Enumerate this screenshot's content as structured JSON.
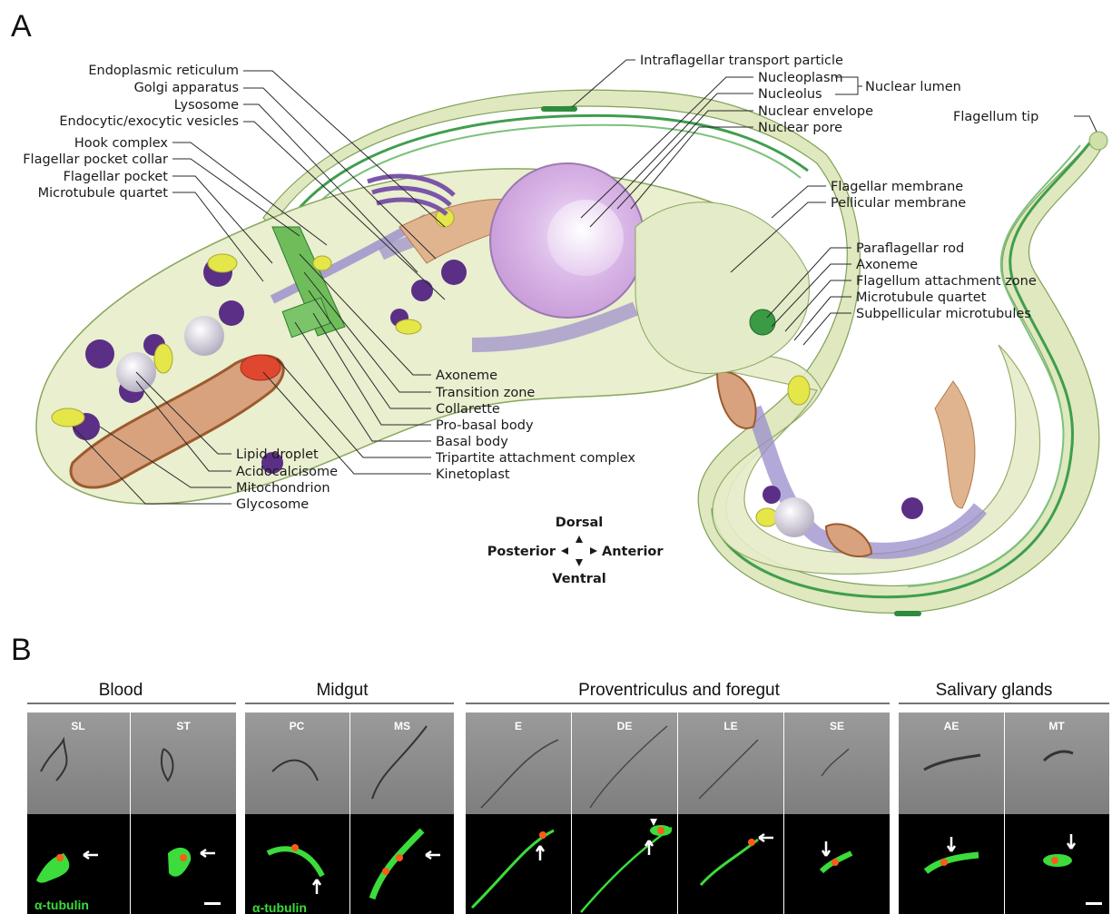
{
  "panel_a": {
    "letter": "A",
    "labels_left": [
      "Endoplasmic reticulum",
      "Golgi apparatus",
      "Lysosome",
      "Endocytic/exocytic vesicles",
      "Hook complex",
      "Flagellar pocket collar",
      "Flagellar pocket",
      "Microtubule quartet"
    ],
    "labels_bottom_left": [
      "Lipid droplet",
      "Acidocalcisome",
      "Mitochondrion",
      "Glycosome"
    ],
    "labels_center": [
      "Axoneme",
      "Transition zone",
      "Collarette",
      "Pro-basal body",
      "Basal body",
      "Tripartite attachment complex",
      "Kinetoplast"
    ],
    "labels_top": [
      "Intraflagellar transport particle",
      "Nucleoplasm",
      "Nucleolus",
      "Nuclear envelope",
      "Nuclear pore"
    ],
    "nuclear_lumen": "Nuclear lumen",
    "flagellum_tip": "Flagellum tip",
    "labels_right_upper": [
      "Flagellar membrane",
      "Pellicular membrane"
    ],
    "labels_right_lower": [
      "Paraflagellar rod",
      "Axoneme",
      "Flagellum attachment zone",
      "Microtubule quartet",
      "Subpellicular microtubules"
    ],
    "compass": {
      "top": "Dorsal",
      "left": "Posterior",
      "right": "Anterior",
      "bottom": "Ventral"
    },
    "colors": {
      "cell_body": "#e9efcf",
      "flagellum_green": "#2f9e44",
      "nucleus": "#d9b3e6",
      "mitochondrion": "#c98a5a",
      "glycosome": "#5b2f86",
      "lipid": "#e4e64a",
      "er": "#9a8ccc"
    }
  },
  "panel_b": {
    "letter": "B",
    "groups": [
      {
        "title": "Blood",
        "tiles": [
          "SL",
          "ST"
        ]
      },
      {
        "title": "Midgut",
        "tiles": [
          "PC",
          "MS"
        ]
      },
      {
        "title": "Proventriculus and foregut",
        "tiles": [
          "E",
          "DE",
          "LE",
          "SE"
        ]
      },
      {
        "title": "Salivary glands",
        "tiles": [
          "AE",
          "MT"
        ]
      }
    ],
    "stain_label": "α-tubulin",
    "colors": {
      "phase_bg": "#8a8a8a",
      "fluor_bg": "#000000",
      "tubulin": "#3bdc3b",
      "signal": "#ff5a1a"
    }
  }
}
